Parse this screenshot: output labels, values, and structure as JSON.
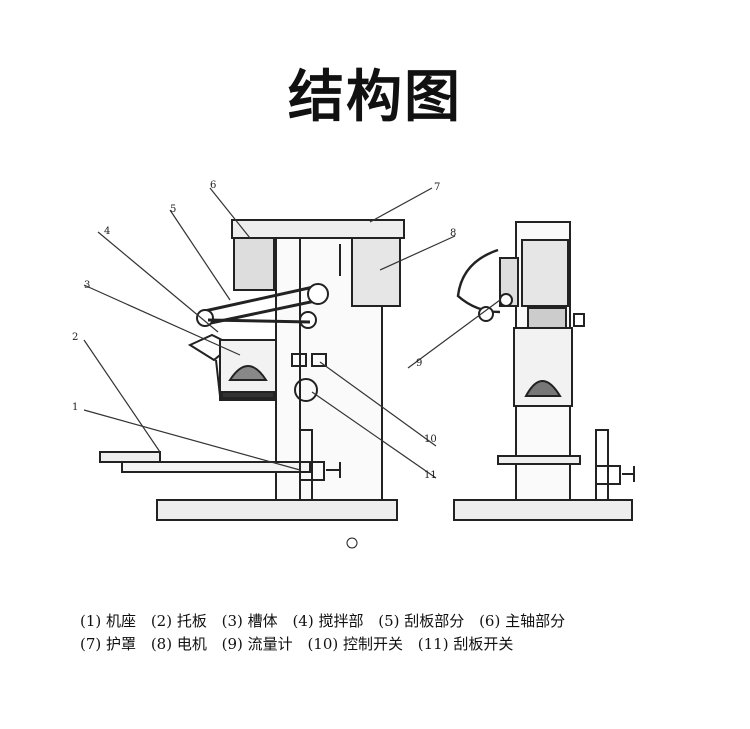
{
  "title": "结构图",
  "callout_numbers": [
    "1",
    "2",
    "3",
    "4",
    "5",
    "6",
    "7",
    "8",
    "9",
    "10",
    "11"
  ],
  "legend": {
    "row1": [
      "(1) 机座",
      "(2) 托板",
      "(3) 槽体",
      "(4) 搅拌部",
      "(5) 刮板部分",
      "(6) 主轴部分"
    ],
    "row2": [
      "(7) 护罩",
      "(8) 电机",
      "(9) 流量计",
      "(10) 控制开关",
      "(11) 刮板开关"
    ]
  }
}
